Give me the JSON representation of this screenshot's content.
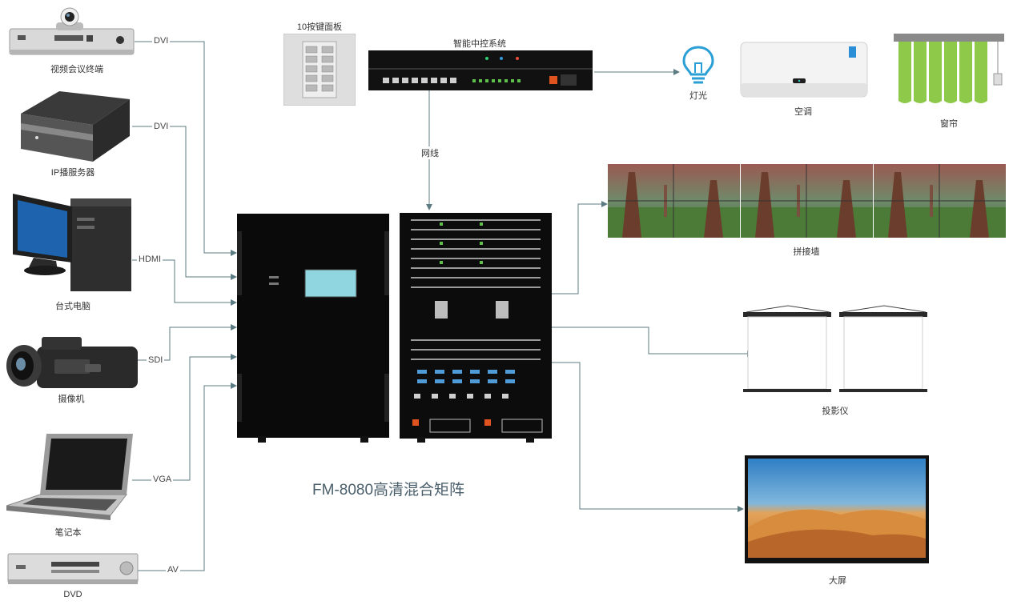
{
  "sources": [
    {
      "name": "视频会议终端",
      "signal": "DVI"
    },
    {
      "name": "IP播服务器",
      "signal": "DVI"
    },
    {
      "name": "台式电脑",
      "signal": "HDMI"
    },
    {
      "name": "摄像机",
      "signal": "SDI"
    },
    {
      "name": "笔记本",
      "signal": "VGA"
    },
    {
      "name": "DVD",
      "signal": "AV"
    }
  ],
  "control": {
    "panel_label": "10按键面板",
    "system_label": "智能中控系统",
    "network_label": "网线",
    "devices": [
      {
        "name": "灯光"
      },
      {
        "name": "空调"
      },
      {
        "name": "窗帘"
      }
    ]
  },
  "matrix": {
    "title": "FM-8080高清混合矩阵"
  },
  "outputs": [
    {
      "name": "拼接墙"
    },
    {
      "name": "投影仪"
    },
    {
      "name": "大屏"
    }
  ],
  "colors": {
    "line": "#5d7b82",
    "chassis": "#0b0b0b",
    "text": "#333333",
    "title": "#4a5f6b",
    "light_bulb": "#2a9fd6",
    "curtain": "#8fc94a"
  }
}
